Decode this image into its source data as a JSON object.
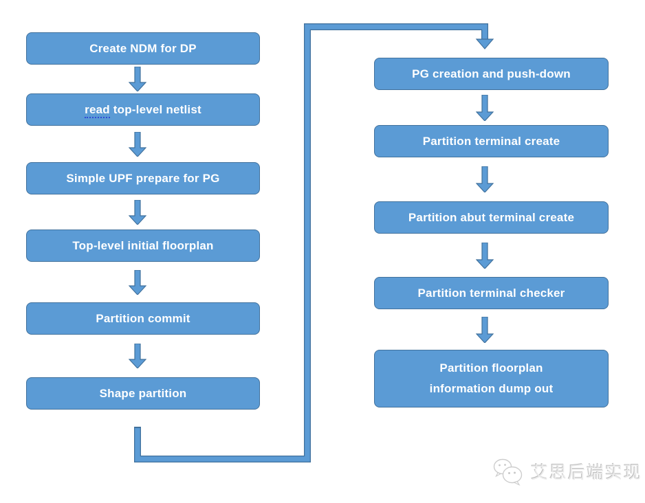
{
  "diagram": {
    "type": "flowchart",
    "left_steps": [
      {
        "label": "Create NDM for DP"
      },
      {
        "label": "read top-level netlist",
        "parts": {
          "underlined": "read",
          "rest": " top-level netlist"
        }
      },
      {
        "label": "Simple UPF prepare for PG"
      },
      {
        "label": "Top-level initial floorplan"
      },
      {
        "label": "Partition commit"
      },
      {
        "label": "Shape partition"
      }
    ],
    "right_steps": [
      {
        "label": "PG creation and push-down"
      },
      {
        "label": "Partition terminal create"
      },
      {
        "label": "Partition abut terminal create"
      },
      {
        "label": "Partition terminal checker"
      },
      {
        "label": "Partition floorplan information dump out",
        "line1": "Partition floorplan",
        "line2": "information dump out"
      }
    ],
    "connection": "Shape partition -> PG creation and push-down"
  },
  "watermark": {
    "text": "艾思后端实现",
    "icon": "wechat-logo-icon"
  },
  "colors": {
    "shape_fill": "#5B9BD5",
    "shape_border": "#41719C",
    "shape_text": "#FFFFFF",
    "spellcheck_underline": "#2F4BD6",
    "watermark_gray": "#C9C9C9",
    "background": "#FFFFFF"
  }
}
